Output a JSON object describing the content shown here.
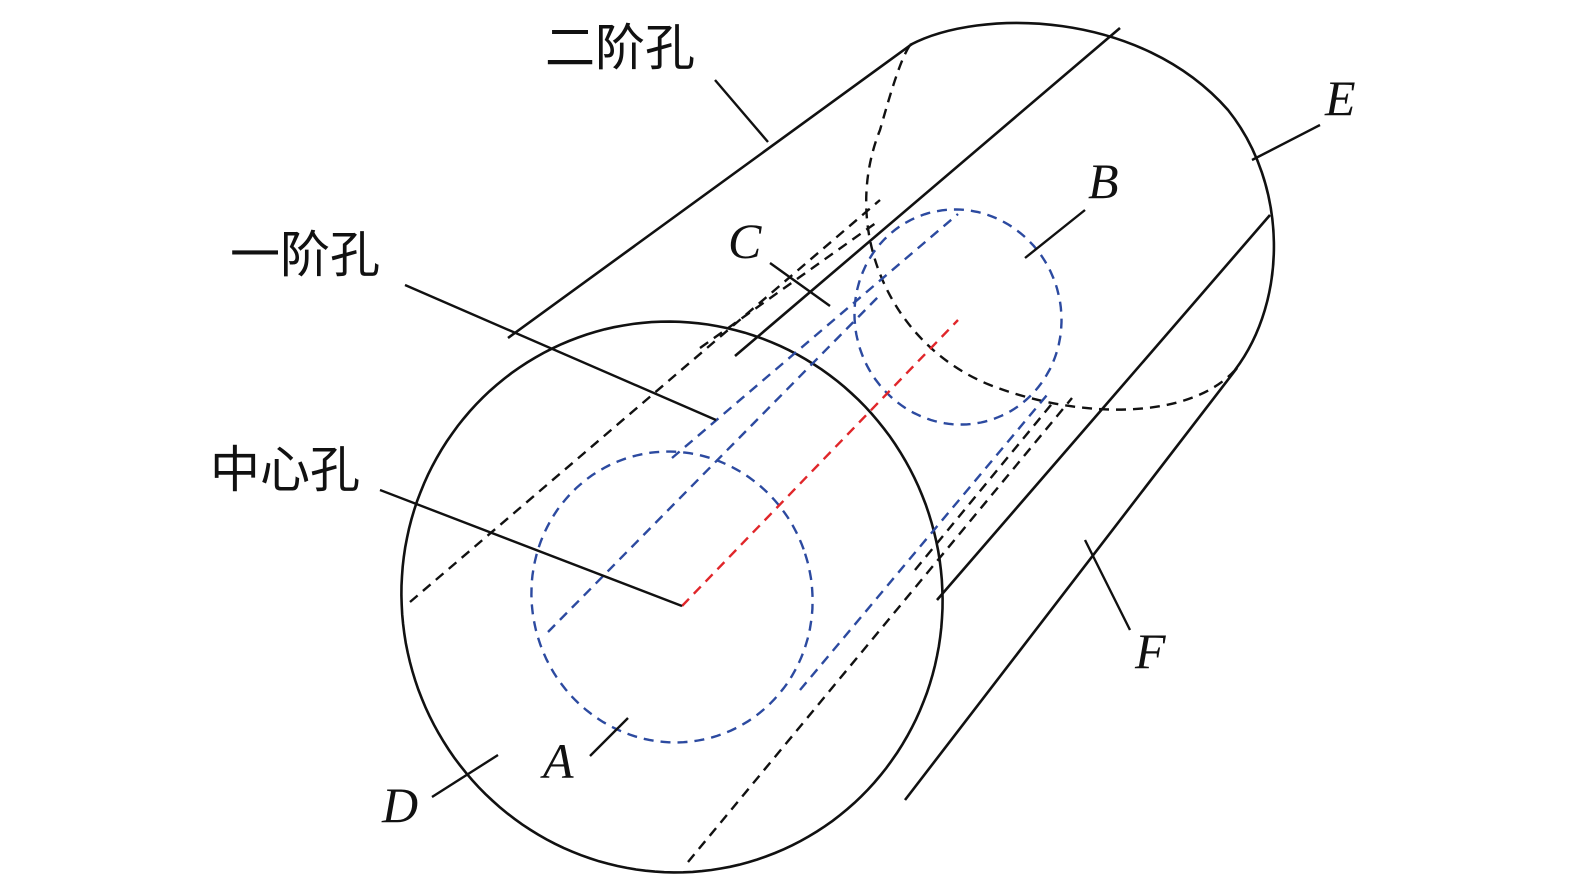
{
  "labels": {
    "second_hole": "二阶孔",
    "first_hole": "一阶孔",
    "center_hole": "中心孔",
    "A": "A",
    "B": "B",
    "C": "C",
    "D": "D",
    "E": "E",
    "F": "F"
  },
  "colors": {
    "outline": "#111111",
    "first_hole": "#2c4aa0",
    "center_hole": "#e0262a"
  }
}
